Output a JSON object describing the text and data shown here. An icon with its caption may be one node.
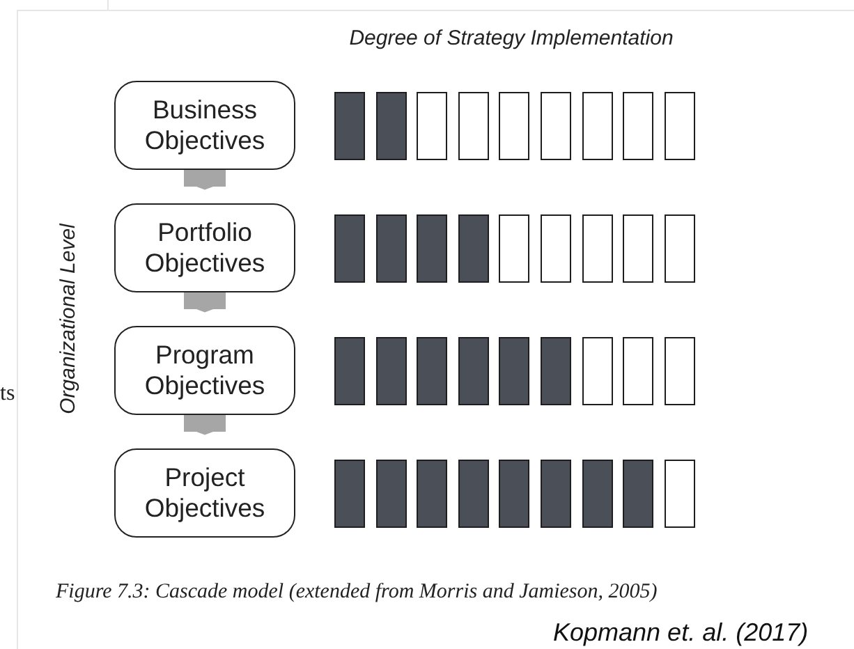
{
  "diagram": {
    "title": "Degree of Strategy Implementation",
    "caption": "Figure 7.3: Cascade model (extended from Morris and Jamieson, 2005)",
    "nodes": [
      {
        "text": [
          "Business Objectives"
        ]
      },
      {
        "text": [],
        "shape": "bar"
      },
      {
        "text": [],
        "shape": "bar"
      },
      {
        "text": [],
        "shape": "box"
      },
      {
        "text": [],
        "shape": "box"
      },
      {
        "text": [],
        "shape": "box"
      },
      {
        "text": [],
        "shape": "box"
      },
      {
        "text": [],
        "shape": "box"
      },
      {
        "text": [],
        "shape": "box"
      },
      {
        "text": [],
        "shape": "box"
      },
      {
        "text": [
          "Portfolio Objectives"
        ]
      },
      {
        "text": [],
        "shape": "bar"
      },
      {
        "text": [],
        "shape": "bar"
      },
      {
        "text": [],
        "shape": "bar"
      },
      {
        "text": [],
        "shape": "bar"
      },
      {
        "text": [],
        "shape": "box"
      },
      {
        "text": [],
        "shape": "box"
      },
      {
        "text": [],
        "shape": "box"
      },
      {
        "text": [],
        "shape": "box"
      },
      {
        "text": [],
        "shape": "box"
      },
      {
        "text": [
          "Program Objectives"
        ]
      },
      {
        "text": [],
        "shape": "bar"
      },
      {
        "text": [],
        "shape": "bar"
      },
      {
        "text": [],
        "shape": "bar"
      },
      {
        "text": [],
        "shape": "bar"
      },
      {
        "text": [],
        "shape": "bar"
      },
      {
        "text": [],
        "shape": "bar"
      },
      {
        "text": [],
        "shape": "box"
      },
      {
        "text": [],
        "shape": "box"
      },
      {
        "text": [],
        "shape": "box"
      },
      {
        "text": [
          "Project Objectives"
        ]
      },
      {
        "text": [],
        "shape": "bar"
      },
      {
        "text": [],
        "shape": "bar"
      },
      {
        "text": [],
        "shape": "bar"
      },
      {
        "text": [],
        "shape": "bar"
      },
      {
        "text": [],
        "shape": "bar"
      },
      {
        "text": [],
        "shape": "bar"
      },
      {
        "text": [],
        "shape": "bar"
      },
      {
        "text": [],
        "shape": "bar"
      },
      {
        "text": [],
        "shape": "box"
      }
    ],
    "edges": [
      {
        "from": 0,
        "to": 10,
        "arrow": "to"
      },
      {
        "from": 10,
        "to": 20,
        "arrow": "to"
      },
      {
        "from": 20,
        "to": 30,
        "arrow": "to"
      }
    ],
    "labels": [
      "Organizational Level",
      "ts",
      "Kopmann et. al. (2017)"
    ]
  }
}
